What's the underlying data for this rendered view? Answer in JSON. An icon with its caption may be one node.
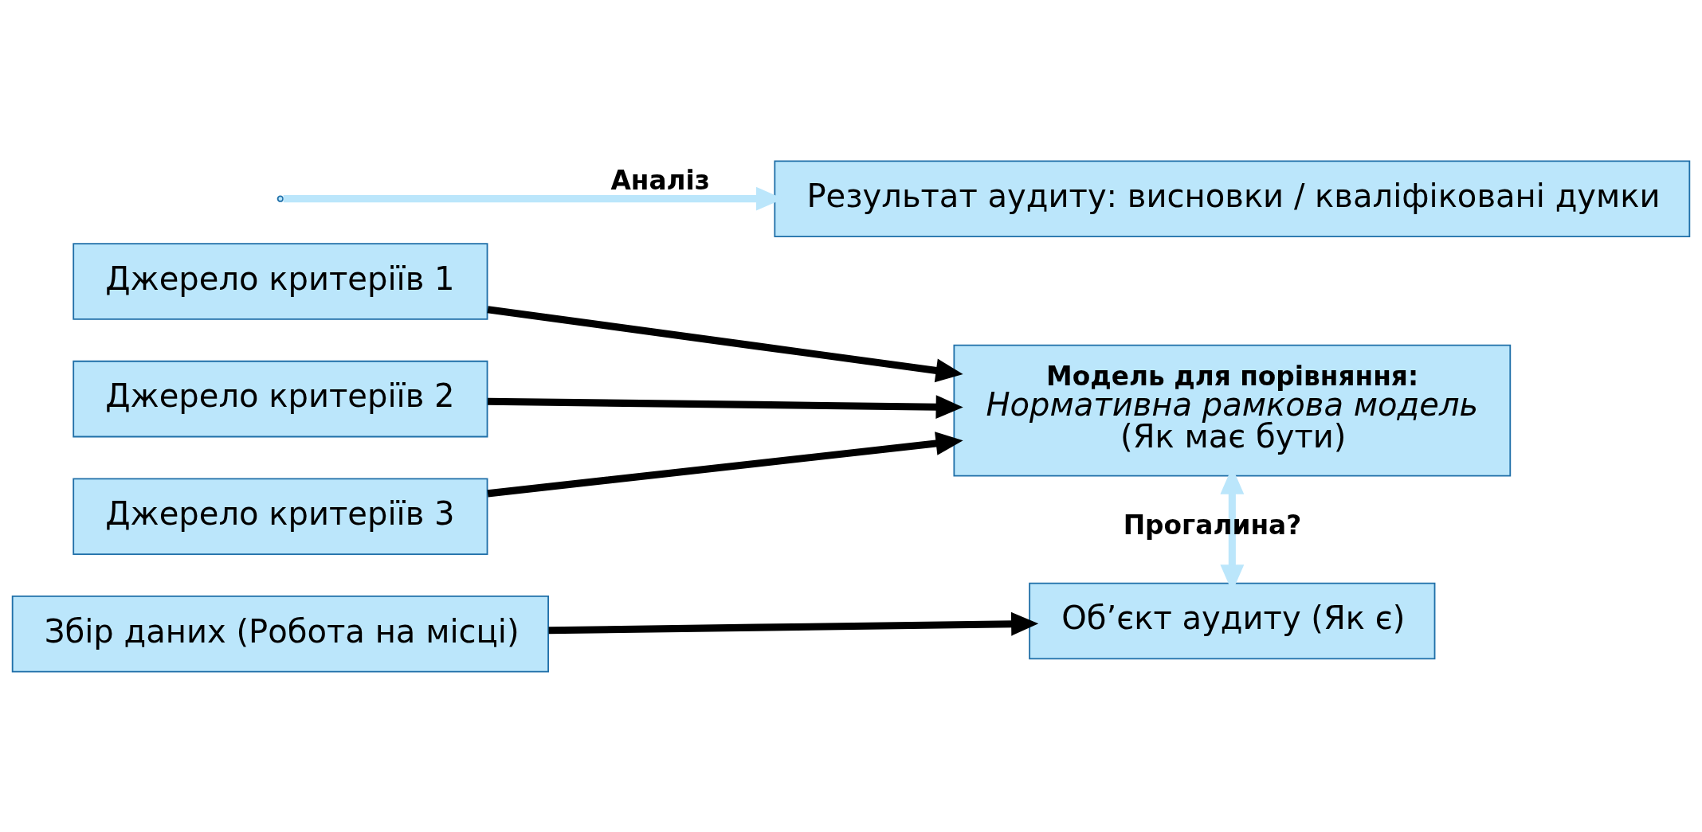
{
  "diagram": {
    "nodes": [
      {
        "text": [
          "Джерело критеріїв 1"
        ]
      },
      {
        "text": [
          "Джерело критеріїв 2"
        ]
      },
      {
        "text": [
          "Джерело критеріїв 3"
        ]
      },
      {
        "text": [
          "Модель для порівняння:",
          "Нормативна рамкова модель",
          "(Як має бути)"
        ]
      },
      {
        "text": [
          "Результат аудиту: висновки / кваліфіковані думки"
        ]
      },
      {
        "text": [
          "Збір даних (Робота на місці)"
        ]
      },
      {
        "text": [
          "Об’єкт аудиту (Як є)"
        ]
      }
    ],
    "edges": [
      {
        "from": 0,
        "to": 3,
        "arrow": "to"
      },
      {
        "from": 1,
        "to": 3,
        "arrow": "to"
      },
      {
        "from": 2,
        "to": 3,
        "arrow": "to"
      },
      {
        "from": 3,
        "to": 6,
        "arrow": "both",
        "label": "Прогалина?",
        "color": "#bbe6fb"
      },
      {
        "from": null,
        "to": 4,
        "arrow": "to",
        "label": "Аналіз",
        "color": "#bbe6fb"
      },
      {
        "from": 5,
        "to": 6,
        "arrow": "to"
      }
    ]
  }
}
